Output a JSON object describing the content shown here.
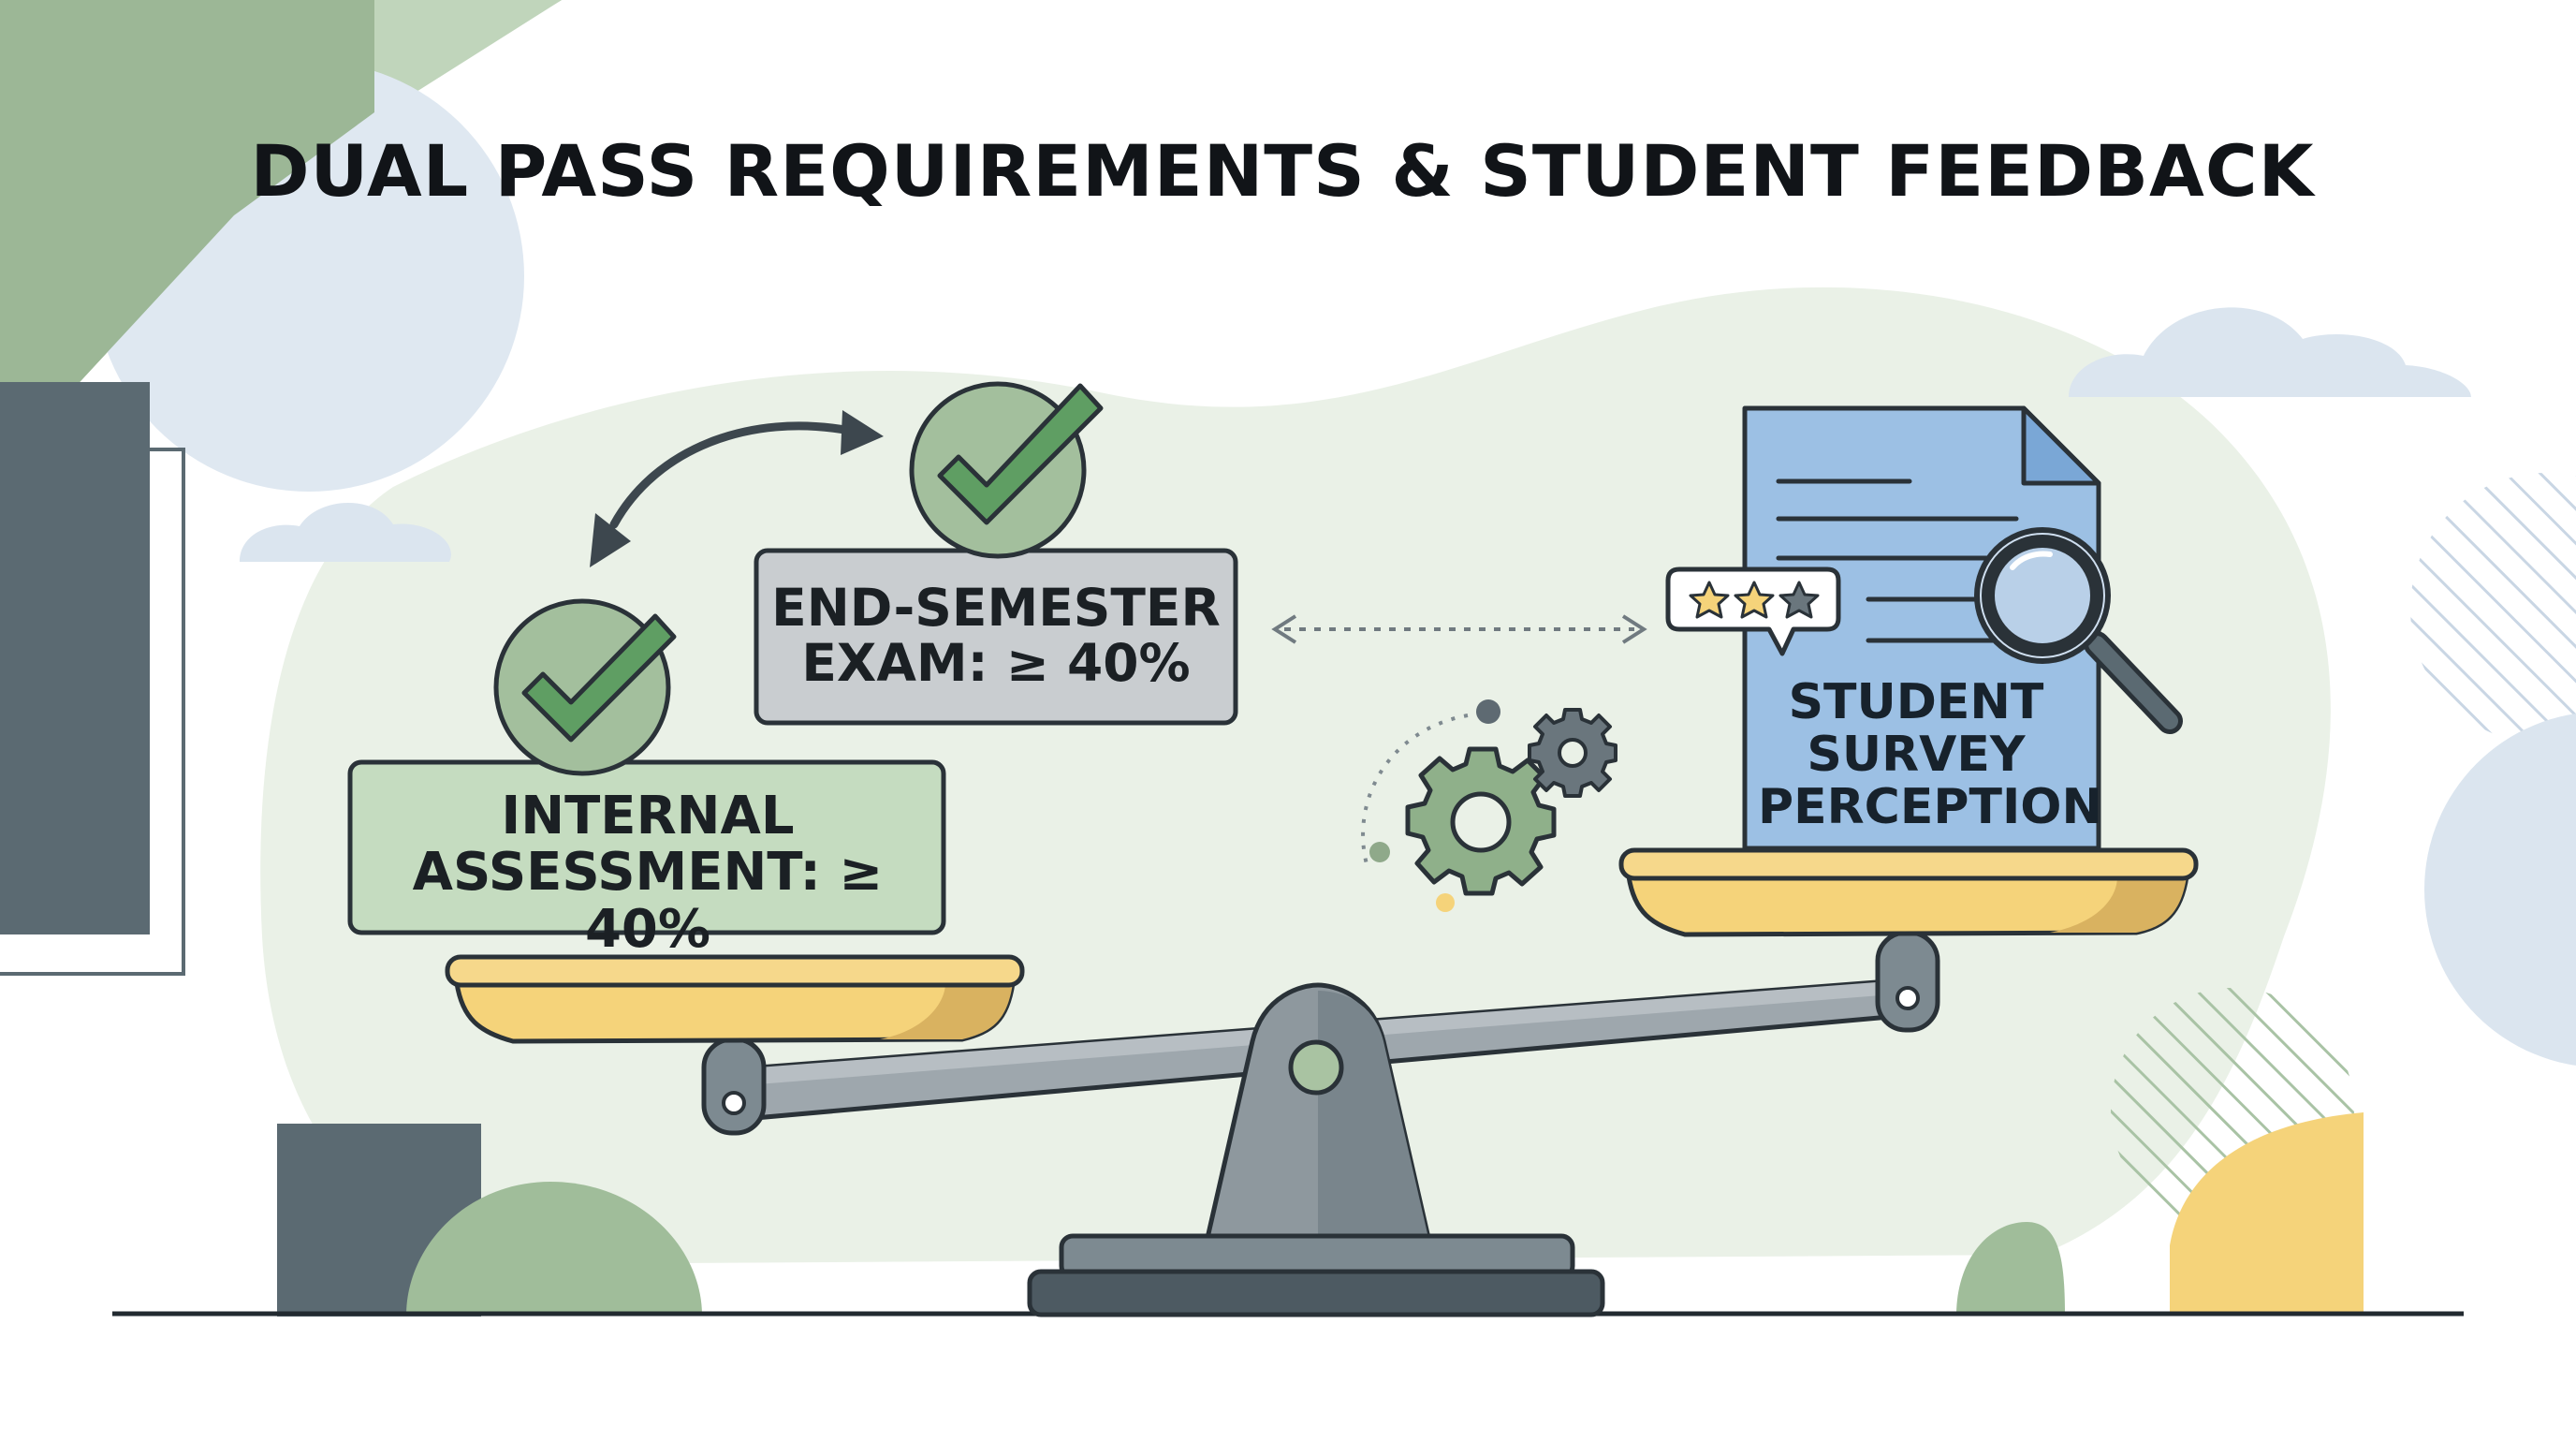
{
  "title": "DUAL PASS REQUIREMENTS & STUDENT FEEDBACK",
  "requirements": [
    {
      "line1": "INTERNAL",
      "line2": "ASSESSMENT: ≥ 40%"
    },
    {
      "line1": "END-SEMESTER",
      "line2": "EXAM: ≥ 40%"
    }
  ],
  "feedback": {
    "line1": "STUDENT",
    "line2": "SURVEY",
    "line3": "PERCEPTION"
  },
  "rating_icon": "three-star-rating-icon",
  "colors": {
    "green": "#8fb08a",
    "green_light": "#c5dcc0",
    "check_green": "#5e9d62",
    "grey_box": "#c7cbce",
    "slate": "#5b6a72",
    "yellow": "#f6d37a",
    "doc_blue": "#9cc0e4",
    "blob": "#e9f0e6"
  }
}
